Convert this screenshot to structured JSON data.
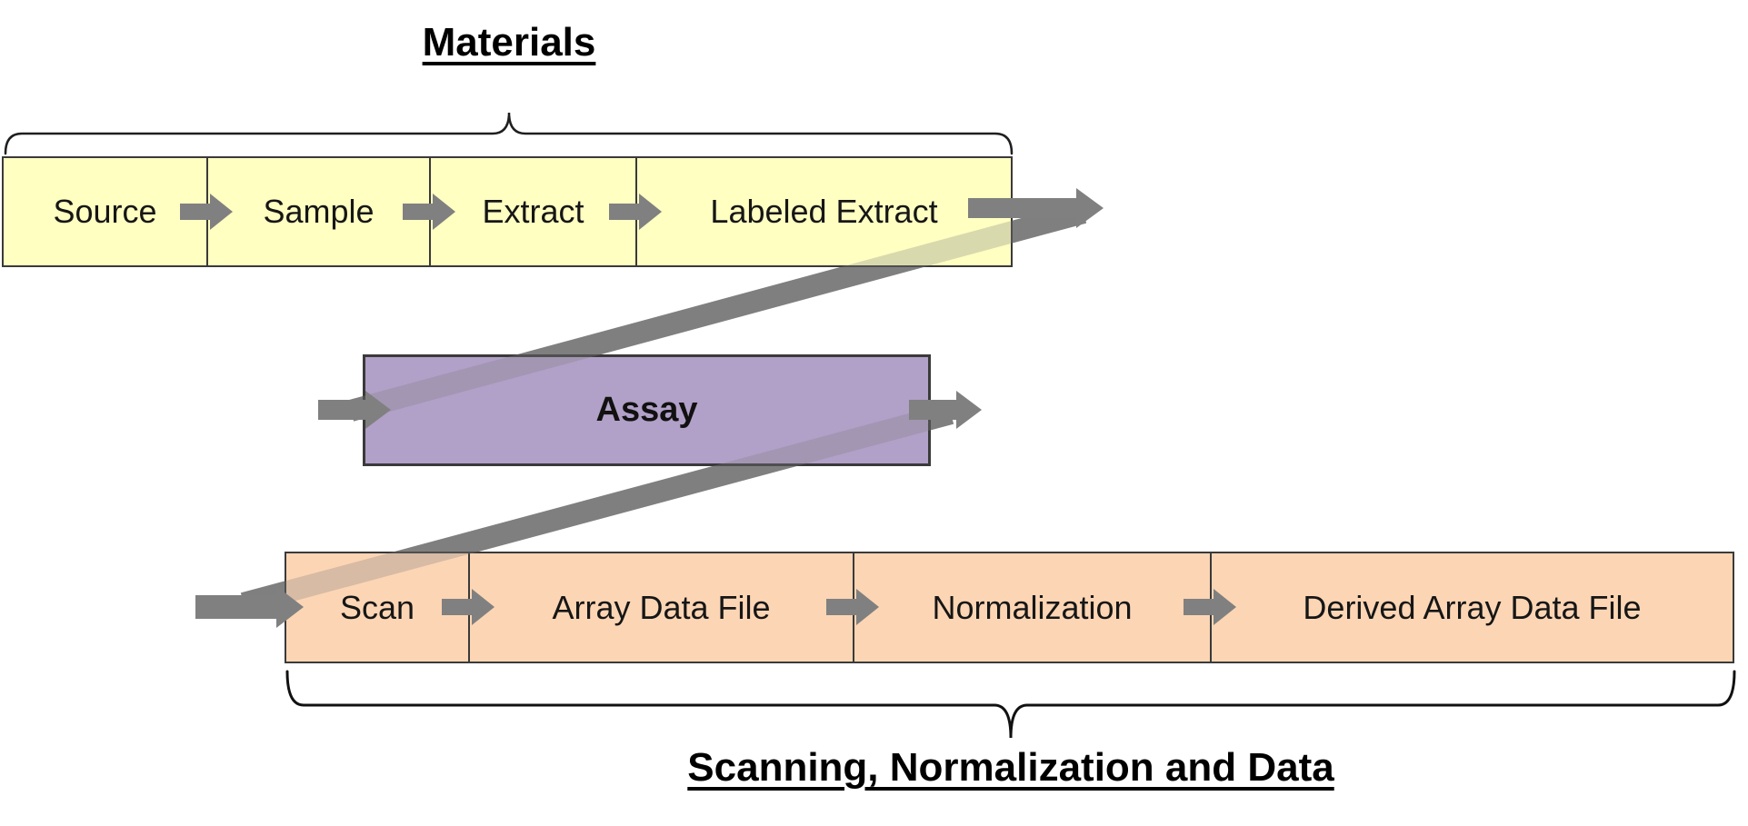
{
  "titles": {
    "materials": "Materials",
    "scanning": "Scanning, Normalization and Data"
  },
  "materials": {
    "items": [
      "Source",
      "Sample",
      "Extract",
      "Labeled Extract"
    ]
  },
  "assay": {
    "label": "Assay"
  },
  "scanning": {
    "items": [
      "Scan",
      "Array Data File",
      "Normalization",
      "Derived Array Data File"
    ]
  },
  "colors": {
    "materials_fill": "#ffffc2",
    "assay_fill": "#b1a0c7",
    "scanning_fill": "#fcd5b4",
    "arrow_gray": "#808080",
    "box_border": "#3a3a3a",
    "brace_stroke": "#1f1f1f",
    "text": "#000000"
  },
  "icons": {
    "flow_arrow_glyph": "➡"
  }
}
